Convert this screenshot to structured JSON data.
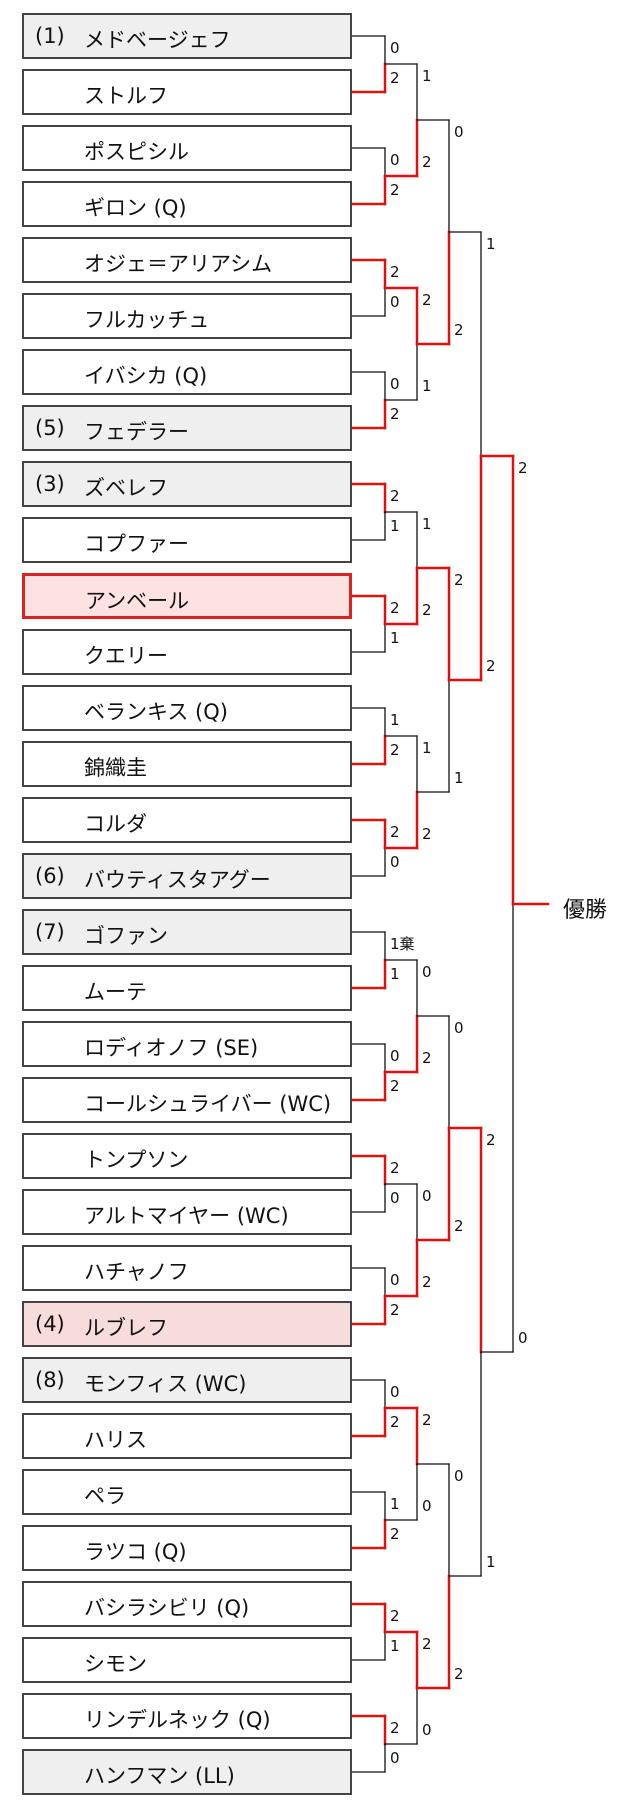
{
  "players": [
    {
      "seed": "(1)",
      "name": "メドベージェフ",
      "style": "seeded"
    },
    {
      "seed": "",
      "name": "ストルフ",
      "style": "normal"
    },
    {
      "seed": "",
      "name": "ポスピシル",
      "style": "normal"
    },
    {
      "seed": "",
      "name": "ギロン (Q)",
      "style": "normal"
    },
    {
      "seed": "",
      "name": "オジェ＝アリアシム",
      "style": "normal"
    },
    {
      "seed": "",
      "name": "フルカッチュ",
      "style": "normal"
    },
    {
      "seed": "",
      "name": "イバシカ (Q)",
      "style": "normal"
    },
    {
      "seed": "(5)",
      "name": "フェデラー",
      "style": "seeded"
    },
    {
      "seed": "(3)",
      "name": "ズベレフ",
      "style": "seeded"
    },
    {
      "seed": "",
      "name": "コプファー",
      "style": "normal"
    },
    {
      "seed": "",
      "name": "アンベール",
      "style": "highlight-red"
    },
    {
      "seed": "",
      "name": "クエリー",
      "style": "normal"
    },
    {
      "seed": "",
      "name": "ベランキス (Q)",
      "style": "normal"
    },
    {
      "seed": "",
      "name": "錦織圭",
      "style": "normal"
    },
    {
      "seed": "",
      "name": "コルダ",
      "style": "normal"
    },
    {
      "seed": "(6)",
      "name": "バウティスタアグー",
      "style": "seeded"
    },
    {
      "seed": "(7)",
      "name": "ゴファン",
      "style": "seeded"
    },
    {
      "seed": "",
      "name": "ムーテ",
      "style": "normal"
    },
    {
      "seed": "",
      "name": "ロディオノフ (SE)",
      "style": "normal"
    },
    {
      "seed": "",
      "name": "コールシュライバー (WC)",
      "style": "normal"
    },
    {
      "seed": "",
      "name": "トンプソン",
      "style": "normal"
    },
    {
      "seed": "",
      "name": "アルトマイヤー (WC)",
      "style": "normal"
    },
    {
      "seed": "",
      "name": "ハチャノフ",
      "style": "normal"
    },
    {
      "seed": "(4)",
      "name": "ルブレフ",
      "style": "highlight-pink"
    },
    {
      "seed": "(8)",
      "name": "モンフィス (WC)",
      "style": "seeded"
    },
    {
      "seed": "",
      "name": "ハリス",
      "style": "normal"
    },
    {
      "seed": "",
      "name": "ペラ",
      "style": "normal"
    },
    {
      "seed": "",
      "name": "ラツコ (Q)",
      "style": "normal"
    },
    {
      "seed": "",
      "name": "バシラシビリ (Q)",
      "style": "normal"
    },
    {
      "seed": "",
      "name": "シモン",
      "style": "normal"
    },
    {
      "seed": "",
      "name": "リンデルネック (Q)",
      "style": "normal"
    },
    {
      "seed": "",
      "name": "ハンフマン (LL)",
      "style": "seeded"
    }
  ],
  "rounds": [
    [
      {
        "top": "0",
        "bottom": "2",
        "winner": "bottom"
      },
      {
        "top": "0",
        "bottom": "2",
        "winner": "bottom"
      },
      {
        "top": "2",
        "bottom": "0",
        "winner": "top"
      },
      {
        "top": "0",
        "bottom": "2",
        "winner": "bottom"
      },
      {
        "top": "2",
        "bottom": "1",
        "winner": "top"
      },
      {
        "top": "2",
        "bottom": "1",
        "winner": "top"
      },
      {
        "top": "1",
        "bottom": "2",
        "winner": "bottom"
      },
      {
        "top": "2",
        "bottom": "0",
        "winner": "top"
      },
      {
        "top": "1棄",
        "bottom": "1",
        "winner": "bottom"
      },
      {
        "top": "0",
        "bottom": "2",
        "winner": "bottom"
      },
      {
        "top": "2",
        "bottom": "0",
        "winner": "top"
      },
      {
        "top": "0",
        "bottom": "2",
        "winner": "bottom"
      },
      {
        "top": "0",
        "bottom": "2",
        "winner": "bottom"
      },
      {
        "top": "1",
        "bottom": "2",
        "winner": "bottom"
      },
      {
        "top": "2",
        "bottom": "1",
        "winner": "top"
      },
      {
        "top": "2",
        "bottom": "0",
        "winner": "top"
      }
    ],
    [
      {
        "top": "1",
        "bottom": "2",
        "winner": "bottom"
      },
      {
        "top": "2",
        "bottom": "1",
        "winner": "top"
      },
      {
        "top": "1",
        "bottom": "2",
        "winner": "bottom"
      },
      {
        "top": "1",
        "bottom": "2",
        "winner": "bottom"
      },
      {
        "top": "0",
        "bottom": "2",
        "winner": "bottom"
      },
      {
        "top": "0",
        "bottom": "2",
        "winner": "bottom"
      },
      {
        "top": "2",
        "bottom": "0",
        "winner": "top"
      },
      {
        "top": "2",
        "bottom": "0",
        "winner": "top"
      }
    ],
    [
      {
        "top": "0",
        "bottom": "2",
        "winner": "bottom"
      },
      {
        "top": "2",
        "bottom": "1",
        "winner": "top"
      },
      {
        "top": "0",
        "bottom": "2",
        "winner": "bottom"
      },
      {
        "top": "0",
        "bottom": "2",
        "winner": "bottom"
      }
    ],
    [
      {
        "top": "1",
        "bottom": "2",
        "winner": "bottom"
      },
      {
        "top": "2",
        "bottom": "1",
        "winner": "top"
      }
    ],
    [
      {
        "top": "2",
        "bottom": "0",
        "winner": "top"
      }
    ]
  ],
  "champion_label": "優勝",
  "colors": {
    "win_line": "#dd1111",
    "loss_line": "#111111"
  }
}
